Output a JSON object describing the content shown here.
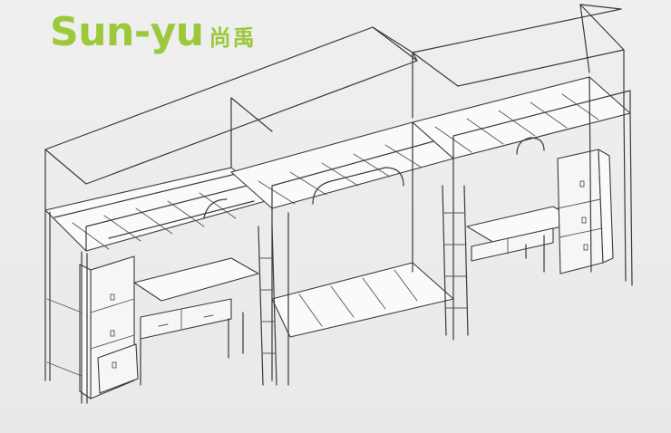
{
  "logo": {
    "latin": "Sun-yu",
    "cjk": "尚禹",
    "color": "#9cc83c"
  },
  "drawing": {
    "subject": "bunk-bed-desk-wardrobe-line-drawing",
    "line_color": "#3a3a3a",
    "background": "#ececec"
  }
}
